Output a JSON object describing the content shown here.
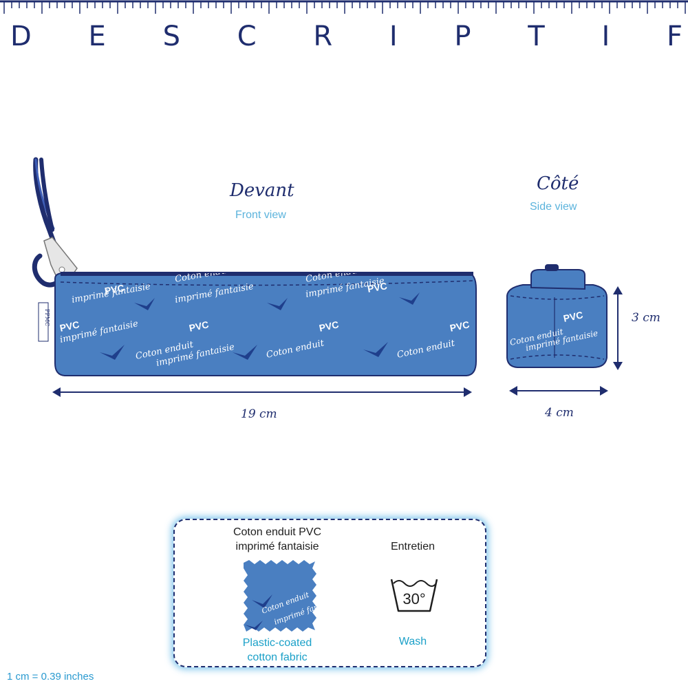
{
  "header": {
    "title_letters": [
      "D",
      "E",
      "S",
      "C",
      "R",
      "I",
      "P",
      "T",
      "I",
      "F"
    ]
  },
  "front": {
    "title": "Devant",
    "subtitle": "Front view",
    "width_label": "19 cm"
  },
  "side": {
    "title": "Côté",
    "subtitle": "Side view",
    "height_label": "3 cm",
    "width_label": "4 cm"
  },
  "product": {
    "tag_text": "PPMC",
    "print_text_1": "Coton enduit",
    "print_text_2": "PVC",
    "print_text_3": "imprimé fantaisie"
  },
  "materials": {
    "fabric_line1": "Coton enduit PVC",
    "fabric_line2": "imprimé fantaisie",
    "fabric_en_line1": "Plastic-coated",
    "fabric_en_line2": "cotton fabric",
    "care_title": "Entretien",
    "wash_temp": "30°",
    "care_en": "Wash",
    "swatch_text_1": "Coton enduit",
    "swatch_text_2": "imprimé fantaisie"
  },
  "footer": {
    "conversion": "1 cm = 0.39 inches"
  },
  "colors": {
    "navy": "#1f2d6e",
    "fabric_blue": "#4a7fc1",
    "accent_cyan": "#5bb3dc"
  }
}
